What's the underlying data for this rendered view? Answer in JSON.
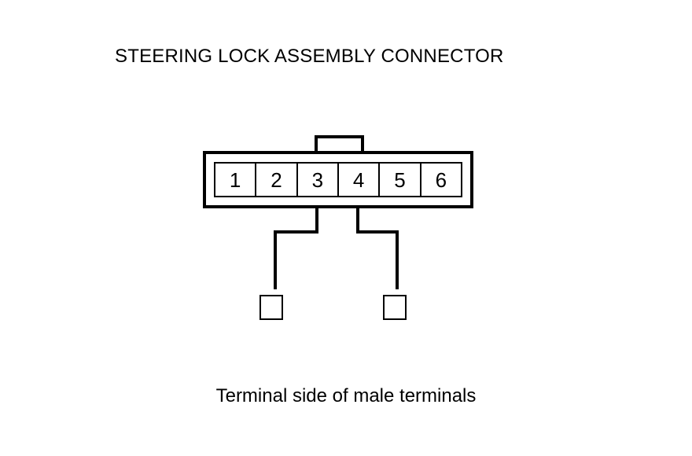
{
  "diagram": {
    "title": "STEERING LOCK ASSEMBLY CONNECTOR",
    "caption": "Terminal side of male terminals",
    "colors": {
      "background": "#ffffff",
      "line": "#000000",
      "text": "#000000"
    },
    "connector": {
      "pin_count": 6,
      "pins": [
        {
          "number": "1"
        },
        {
          "number": "2"
        },
        {
          "number": "3"
        },
        {
          "number": "4"
        },
        {
          "number": "5"
        },
        {
          "number": "6"
        }
      ]
    },
    "callouts": [
      {
        "from_pin": "3",
        "side": "left",
        "label": ""
      },
      {
        "from_pin": "4",
        "side": "right",
        "label": ""
      }
    ]
  }
}
